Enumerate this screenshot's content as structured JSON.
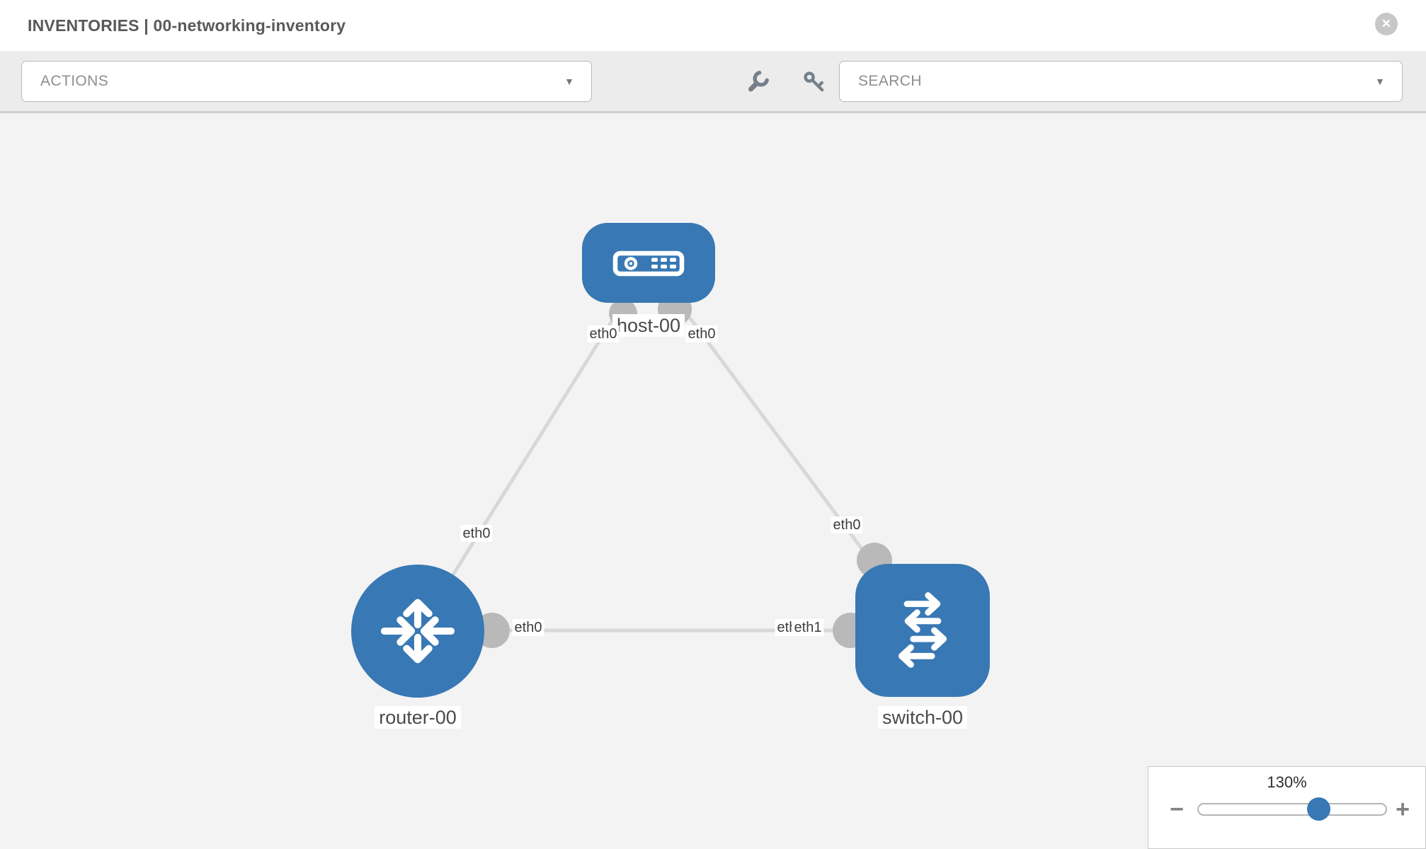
{
  "header": {
    "title": "INVENTORIES | 00-networking-inventory",
    "close_glyph": "✕"
  },
  "toolbar": {
    "actions_label": "ACTIONS",
    "search_label": "SEARCH",
    "caret_glyph": "▼",
    "icons": [
      "wrench-icon",
      "key-icon"
    ]
  },
  "topology": {
    "nodes": [
      {
        "id": "host-00",
        "label": "host-00",
        "type": "host",
        "shape": "rounded-rect"
      },
      {
        "id": "router-00",
        "label": "router-00",
        "type": "router",
        "shape": "circle"
      },
      {
        "id": "switch-00",
        "label": "switch-00",
        "type": "switch",
        "shape": "rounded-square"
      }
    ],
    "links": [
      {
        "from": "host-00",
        "to": "router-00"
      },
      {
        "from": "host-00",
        "to": "switch-00"
      },
      {
        "from": "router-00",
        "to": "switch-00"
      }
    ],
    "interface_labels": [
      {
        "text": "eth0",
        "link": "host-00 ↔ router-00",
        "end": "host-00"
      },
      {
        "text": "eth0",
        "link": "host-00 ↔ switch-00",
        "end": "host-00"
      },
      {
        "text": "eth0",
        "link": "host-00 ↔ router-00",
        "end": "router-00"
      },
      {
        "text": "eth0",
        "link": "host-00 ↔ switch-00",
        "end": "switch-00"
      },
      {
        "text": "eth0",
        "link": "router-00 ↔ switch-00",
        "end": "router-00"
      },
      {
        "text": "eth0",
        "link": "router-00 ↔ switch-00",
        "end": "switch-00 (partially overlapped)"
      },
      {
        "text": "eth1",
        "link": "router-00 ↔ switch-00",
        "end": "switch-00"
      }
    ]
  },
  "zoom_control": {
    "value": "130%",
    "percent": 130,
    "minus_glyph": "−",
    "plus_glyph": "+"
  },
  "colors": {
    "node_blue": "#3878b4",
    "link_gray": "#d8d8d8",
    "port_gray": "#b9b9b9",
    "canvas_bg": "#f3f3f3",
    "toolbar_bg": "#ececec"
  }
}
